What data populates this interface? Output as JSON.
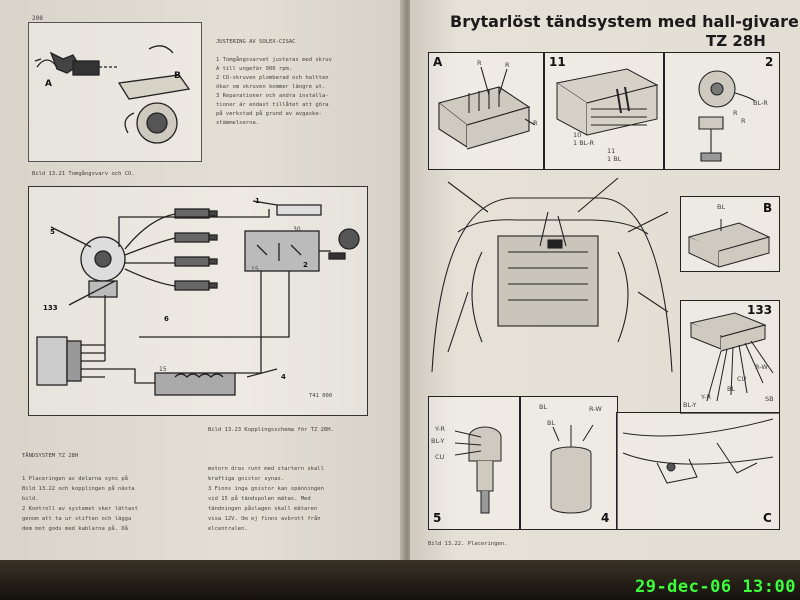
{
  "left_page": {
    "page_number": "208",
    "justering_title": "JUSTERING AV SOLEX-CISAC",
    "justering_steps": [
      "1 Tomgångsvarvet justeras med skruv",
      "A till ungefär 900 rpm.",
      "2 CO-skruven plomberad och haltten",
      "ökar om skruven kommer längre ut.",
      "3 Reparationer och andra installa-",
      "tioner är endast tillåtet att göra",
      "på verkstad på grund av avgaske-",
      "stämmelserna."
    ],
    "fig_top_labels": {
      "a": "A",
      "b": "B"
    },
    "fig_top_caption": "Bild 13.21 Tomgångsvarv och CO.",
    "wiring_labels": {
      "n1": "1",
      "n2": "2",
      "n4": "4",
      "n5": "5",
      "n6": "6",
      "n133": "133",
      "t30": "30",
      "t15": "15",
      "t15b": "15",
      "code": "T41 000"
    },
    "wiring_caption": "Bild 13.23 Kopplingsschema för TZ 28H.",
    "section_title": "TÄNDSYSTEM TZ 28H",
    "col1": [
      "1 Placeringen av delarna syns på",
      "Bild 13.22 och kopplingen på nästa",
      "bild.",
      "2 Kontroll av systemet sker lättast",
      "genom att ta ur stiften och lägga",
      "dem mot gods med kablarna på. Då"
    ],
    "col2": [
      "motorn dras runt med startern skall",
      "kraftiga gnistor synas.",
      "3 Finns inga gnistor kan spänningen",
      "vid 15 på tändspolen mätas. Med",
      "tändningen påslagen skall mätaren",
      "visa 12V. Om ej finns avbrott från",
      "elcentralen."
    ]
  },
  "right_page": {
    "title": "Brytarlöst tändsystem med hall-givare",
    "subtitle": "TZ 28H",
    "panels": {
      "A": {
        "tag": "A",
        "wires": [
          "R",
          "R",
          "R"
        ]
      },
      "11": {
        "tag": "11",
        "wires": [
          "10",
          "1 BL-R",
          "11",
          "1 BL"
        ]
      },
      "2": {
        "tag": "2",
        "wires": [
          "BL-R",
          "R",
          "R"
        ]
      },
      "B": {
        "tag": "B",
        "wires": [
          "BL"
        ]
      },
      "133": {
        "tag": "133",
        "wires": [
          "R-W",
          "CU",
          "BL",
          "Y-R",
          "BL-Y",
          "SB"
        ]
      },
      "5": {
        "tag": "5",
        "wires": [
          "Y-R",
          "BL-Y",
          "CU"
        ]
      },
      "4": {
        "tag": "4",
        "wires": [
          "BL",
          "R-W",
          "BL"
        ]
      },
      "C": {
        "tag": "C"
      }
    },
    "caption": "Bild 13.22. Placeringen."
  },
  "timestamp": "29-dec-06 13:00"
}
